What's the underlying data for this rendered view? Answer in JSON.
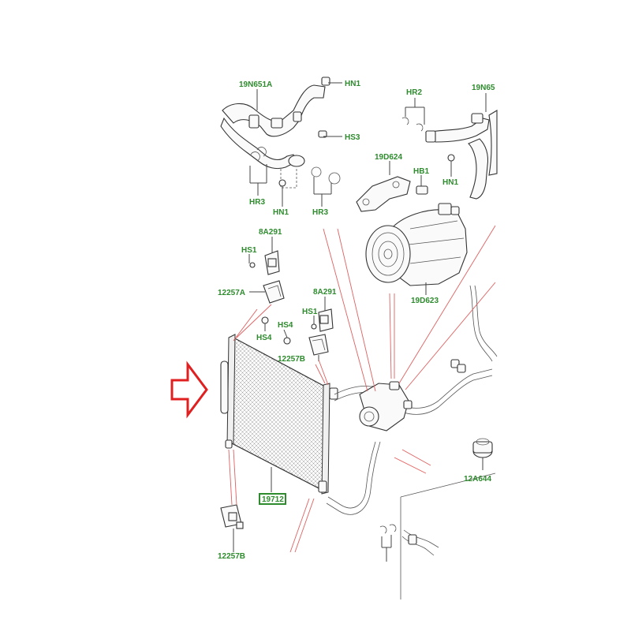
{
  "diagram": {
    "labels": {
      "p19N651A": "19N651A",
      "hn1_a": "HN1",
      "hs3": "HS3",
      "hr3_a": "HR3",
      "hn1_b": "HN1",
      "hr3_b": "HR3",
      "hr2": "HR2",
      "p19N65_partial": "19N65",
      "p19D624": "19D624",
      "hb1": "HB1",
      "hn1_c": "HN1",
      "p8A291_a": "8A291",
      "hs1_a": "HS1",
      "p12257A": "12257A",
      "p19D623": "19D623",
      "p8A291_b": "8A291",
      "hs1_b": "HS1",
      "hs4_a": "HS4",
      "hs4_b": "HS4",
      "p12257B": "12257B",
      "p19712": "19712",
      "p12A644_partial": "12A644",
      "p12257B_partial": "12257B"
    },
    "colors": {
      "label_green": "#2e8b2e",
      "arrow_red": "#e02020",
      "leader_red": "#e06060",
      "highlight_box": "#2e8b2e"
    },
    "arrow_icon": "right-arrow-outline-icon"
  }
}
